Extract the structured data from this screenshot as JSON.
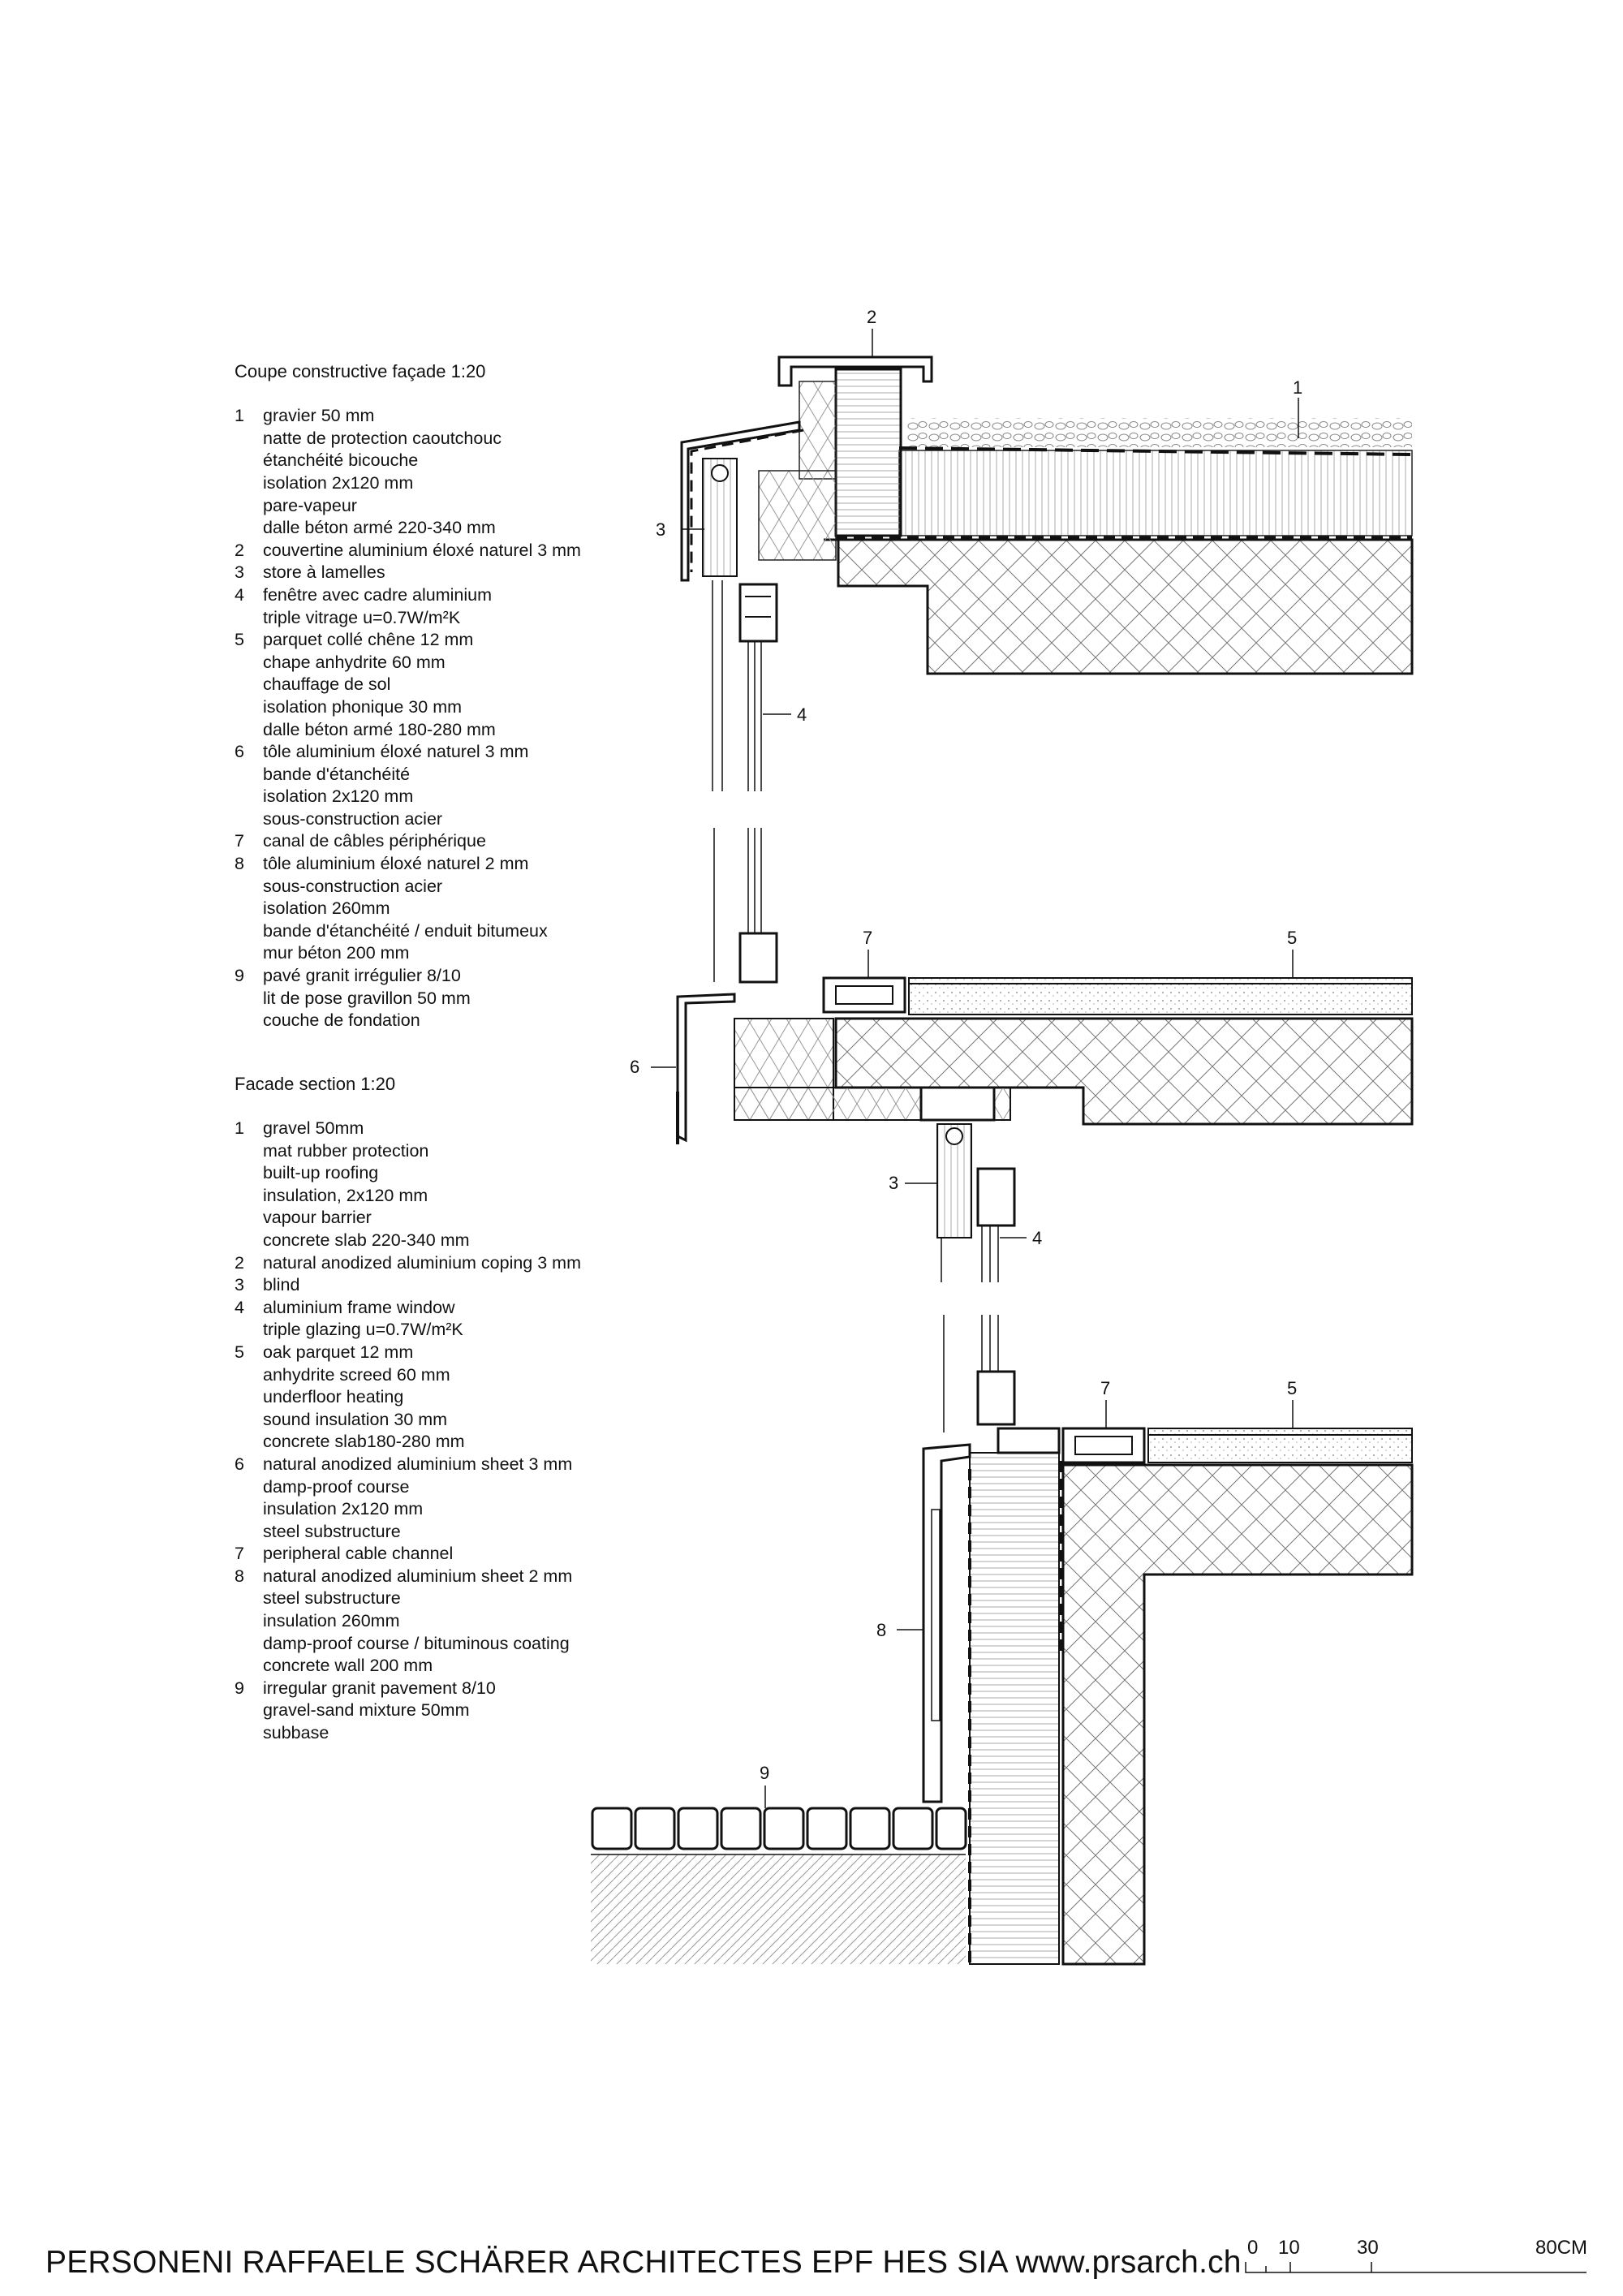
{
  "legend_fr": {
    "title": "Coupe constructive façade 1:20",
    "items": [
      {
        "num": "1",
        "lines": [
          "gravier 50 mm",
          "natte de protection caoutchouc",
          "étanchéité bicouche",
          "isolation 2x120 mm",
          "pare-vapeur",
          "dalle béton armé 220-340 mm"
        ]
      },
      {
        "num": "2",
        "lines": [
          "couvertine aluminium éloxé naturel 3 mm"
        ]
      },
      {
        "num": "3",
        "lines": [
          "store à lamelles"
        ]
      },
      {
        "num": "4",
        "lines": [
          "fenêtre avec cadre aluminium",
          "triple vitrage u=0.7W/m²K"
        ]
      },
      {
        "num": "5",
        "lines": [
          "parquet collé chêne 12 mm",
          "chape anhydrite 60 mm",
          "chauffage de sol",
          "isolation phonique 30 mm",
          "dalle béton armé 180-280 mm"
        ]
      },
      {
        "num": "6",
        "lines": [
          "tôle aluminium éloxé naturel 3 mm",
          "bande d'étanchéité",
          "isolation 2x120 mm",
          "sous-construction acier"
        ]
      },
      {
        "num": "7",
        "lines": [
          "canal de câbles périphérique"
        ]
      },
      {
        "num": "8",
        "lines": [
          "tôle aluminium éloxé naturel 2 mm",
          "sous-construction acier",
          "isolation 260mm",
          "bande d'étanchéité / enduit bitumeux",
          "mur béton 200 mm"
        ]
      },
      {
        "num": "9",
        "lines": [
          "pavé granit irrégulier 8/10",
          "lit de pose gravillon 50 mm",
          "couche de fondation"
        ]
      }
    ]
  },
  "legend_en": {
    "title": "Facade section 1:20",
    "items": [
      {
        "num": "1",
        "lines": [
          "gravel 50mm",
          "mat rubber protection",
          "built-up roofing",
          "insulation,  2x120 mm",
          "vapour barrier",
          "concrete slab 220-340 mm"
        ]
      },
      {
        "num": "2",
        "lines": [
          "natural anodized aluminium coping 3 mm"
        ]
      },
      {
        "num": "3",
        "lines": [
          "blind"
        ]
      },
      {
        "num": "4",
        "lines": [
          "aluminium frame window",
          "triple glazing u=0.7W/m²K"
        ]
      },
      {
        "num": "5",
        "lines": [
          "oak parquet 12 mm",
          "anhydrite screed 60 mm",
          "underfloor heating",
          "sound insulation 30 mm",
          "concrete slab180-280 mm"
        ]
      },
      {
        "num": "6",
        "lines": [
          "natural anodized aluminium sheet 3 mm",
          "damp-proof course",
          "insulation 2x120 mm",
          "steel substructure"
        ]
      },
      {
        "num": "7",
        "lines": [
          "peripheral cable channel"
        ]
      },
      {
        "num": "8",
        "lines": [
          "natural anodized aluminium sheet 2 mm",
          "steel substructure",
          "insulation 260mm",
          "damp-proof course / bituminous coating",
          "concrete wall 200 mm"
        ]
      },
      {
        "num": "9",
        "lines": [
          "irregular granit pavement 8/10",
          "gravel-sand mixture 50mm",
          "subbase"
        ]
      }
    ]
  },
  "callouts": {
    "roof_coping": "2",
    "roof_gravel": "1",
    "roof_blind": "3",
    "roof_window": "4",
    "floor_channel": "7",
    "floor_parquet": "5",
    "floor_sheet": "6",
    "floor_blind": "3",
    "floor_window": "4",
    "base_channel": "7",
    "base_parquet": "5",
    "base_sheet": "8",
    "base_pavement": "9"
  },
  "footer": {
    "credit": "PERSONENI RAFFAELE SCHÄRER ARCHITECTES EPF HES SIA www.prsarch.ch"
  },
  "scale_bar": {
    "ticks": [
      "0",
      "10",
      "30",
      "80CM"
    ]
  }
}
